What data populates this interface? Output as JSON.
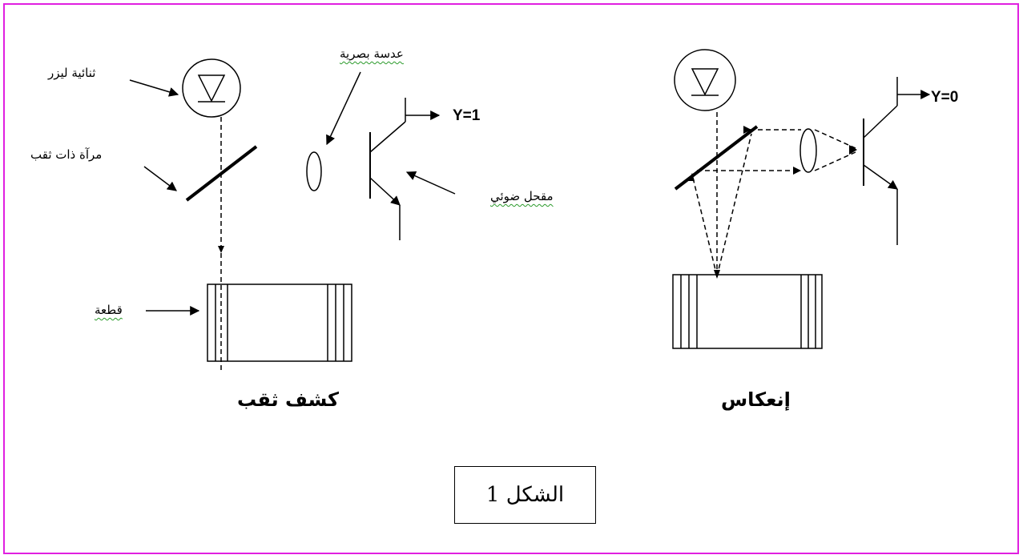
{
  "labels": {
    "laser_diode": "ثنائية ليزر",
    "perforated_mirror": "مرآة ذات ثقب",
    "optical_lens": "عدسة بصرية",
    "phototransistor": "مقحل ضوئي",
    "part": "قطعة"
  },
  "outputs": {
    "hole_detection": "Y=1",
    "reflection": "Y=0"
  },
  "titles": {
    "hole_detection": "كشف ثقب",
    "reflection": "إنعكاس"
  },
  "caption": "الشكل 1",
  "colors": {
    "frame": "#e020e0",
    "underline": "#2a9a2a",
    "ink": "#000000"
  }
}
